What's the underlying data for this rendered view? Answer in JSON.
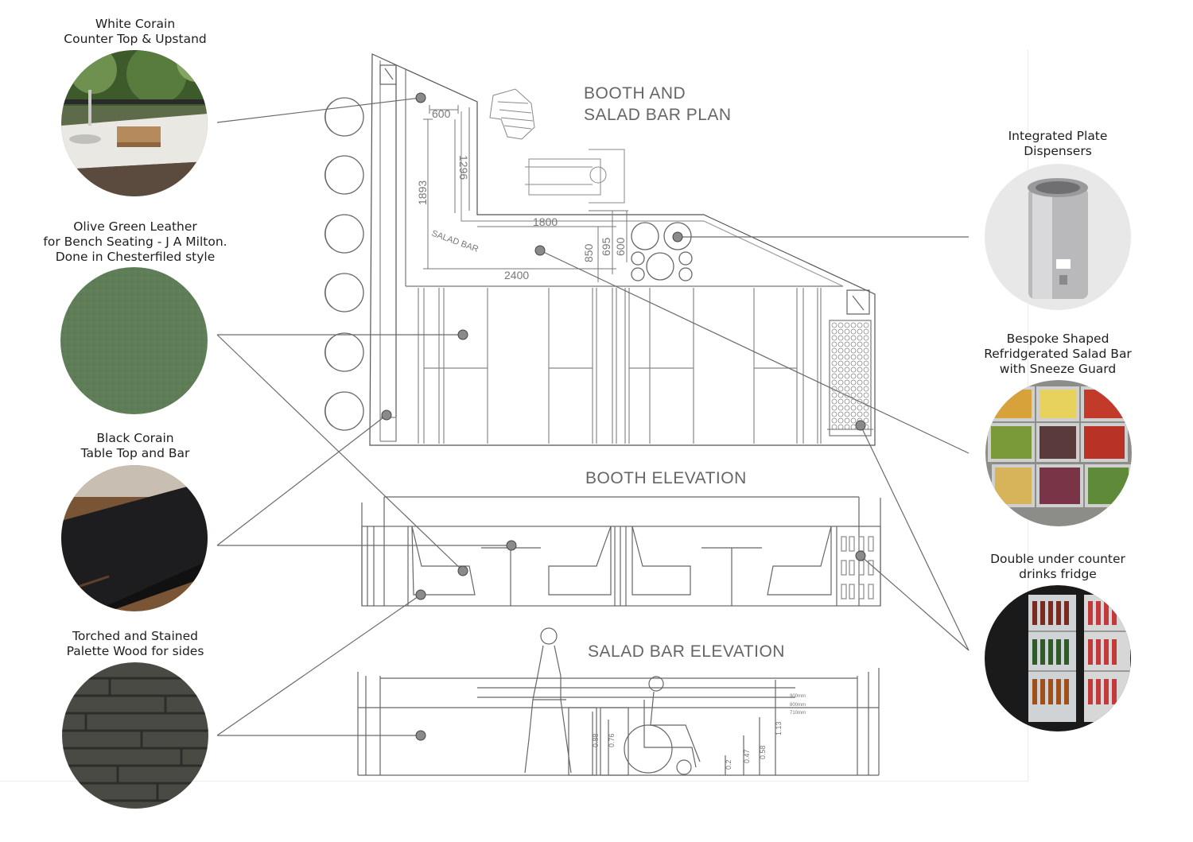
{
  "titles": {
    "plan": "BOOTH AND\nSALAD BAR PLAN",
    "booth_elevation": "BOOTH ELEVATION",
    "salad_elevation": "SALAD BAR ELEVATION"
  },
  "materials_left": [
    {
      "caption": "White Corain\nCounter Top & Upstand"
    },
    {
      "caption": "Olive Green Leather\nfor Bench Seating - J A Milton.\nDone in Chesterfiled style"
    },
    {
      "caption": "Black Corain\nTable Top and Bar"
    },
    {
      "caption": "Torched and Stained\nPalette Wood for sides"
    }
  ],
  "materials_right": [
    {
      "caption": "Integrated Plate\nDispensers"
    },
    {
      "caption": "Bespoke Shaped\nRefridgerated Salad Bar\nwith Sneeze Guard"
    },
    {
      "caption": "Double under counter\ndrinks fridge"
    }
  ],
  "dimensions": {
    "d600_top": "600",
    "d1296": "1296",
    "d1893": "1893",
    "d1800": "1800",
    "d850": "850",
    "d695": "695",
    "d600_side": "600",
    "d2400": "2400",
    "salad_bar": "SALAD BAR",
    "e900": "900mm",
    "e800": "800mm",
    "e710": "710mm",
    "e113": "1.13",
    "e088": "0.88",
    "e076": "0.76",
    "e058": "0.58",
    "e047": "0.47",
    "e02": "0.2"
  },
  "colors": {
    "line": "#555555",
    "leader": "#6a6a6a",
    "dot": "#8a8a8a",
    "olive_leather": "#5f7e58",
    "black_corain": "#1d1d1f",
    "palette_wood": "#4a4a45"
  }
}
